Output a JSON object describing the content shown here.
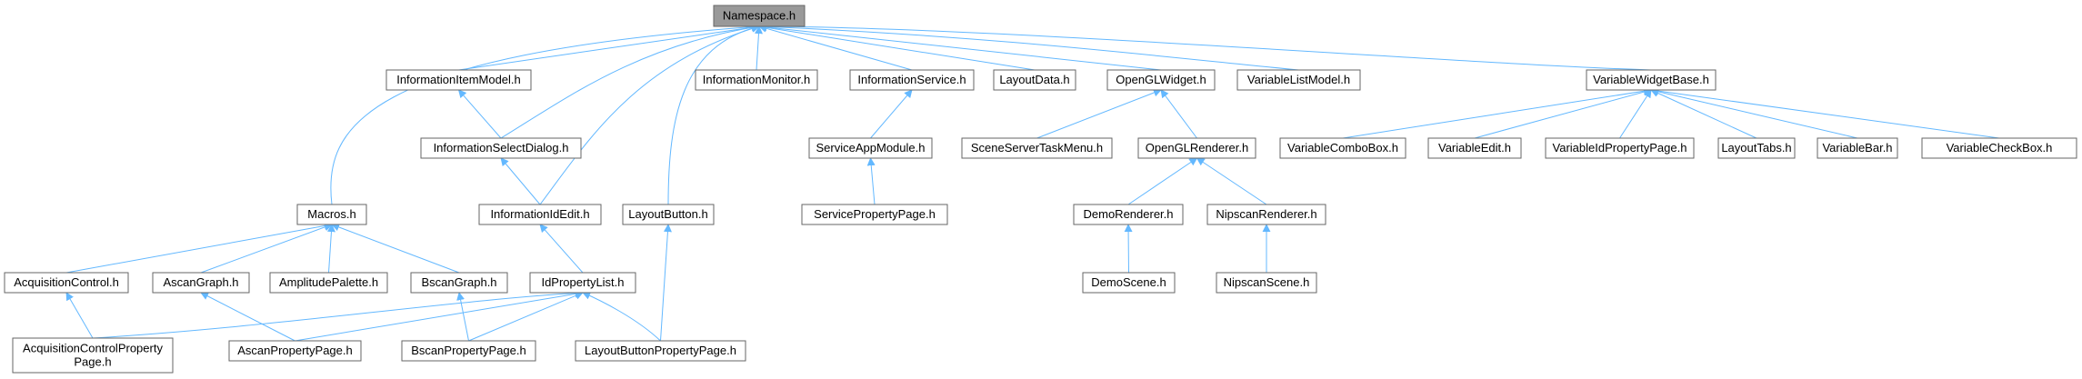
{
  "diagram": {
    "root": "Namespace.h",
    "colors": {
      "edge": "#63b8ff",
      "node_border": "#666666",
      "node_fill": "#ffffff",
      "root_fill": "#999999"
    },
    "nodes": [
      {
        "id": "namespace",
        "lines": [
          "Namespace.h"
        ],
        "root": true
      },
      {
        "id": "macros",
        "lines": [
          "Macros.h"
        ]
      },
      {
        "id": "info-item-model",
        "lines": [
          "InformationItemModel.h"
        ]
      },
      {
        "id": "info-select-dialog",
        "lines": [
          "InformationSelectDialog.h"
        ]
      },
      {
        "id": "info-id-edit",
        "lines": [
          "InformationIdEdit.h"
        ]
      },
      {
        "id": "info-monitor",
        "lines": [
          "InformationMonitor.h"
        ]
      },
      {
        "id": "info-service",
        "lines": [
          "InformationService.h"
        ]
      },
      {
        "id": "service-app-module",
        "lines": [
          "ServiceAppModule.h"
        ]
      },
      {
        "id": "service-property-page",
        "lines": [
          "ServicePropertyPage.h"
        ]
      },
      {
        "id": "layout-data",
        "lines": [
          "LayoutData.h"
        ]
      },
      {
        "id": "opengl-widget",
        "lines": [
          "OpenGLWidget.h"
        ]
      },
      {
        "id": "scene-server-task-menu",
        "lines": [
          "SceneServerTaskMenu.h"
        ]
      },
      {
        "id": "opengl-renderer",
        "lines": [
          "OpenGLRenderer.h"
        ]
      },
      {
        "id": "demo-renderer",
        "lines": [
          "DemoRenderer.h"
        ]
      },
      {
        "id": "demo-scene",
        "lines": [
          "DemoScene.h"
        ]
      },
      {
        "id": "nipscan-renderer",
        "lines": [
          "NipscanRenderer.h"
        ]
      },
      {
        "id": "nipscan-scene",
        "lines": [
          "NipscanScene.h"
        ]
      },
      {
        "id": "variable-list-model",
        "lines": [
          "VariableListModel.h"
        ]
      },
      {
        "id": "variable-widget-base",
        "lines": [
          "VariableWidgetBase.h"
        ]
      },
      {
        "id": "variable-combo-box",
        "lines": [
          "VariableComboBox.h"
        ]
      },
      {
        "id": "variable-edit",
        "lines": [
          "VariableEdit.h"
        ]
      },
      {
        "id": "variable-id-property-page",
        "lines": [
          "VariableIdPropertyPage.h"
        ]
      },
      {
        "id": "layout-tabs",
        "lines": [
          "LayoutTabs.h"
        ]
      },
      {
        "id": "variable-bar",
        "lines": [
          "VariableBar.h"
        ]
      },
      {
        "id": "variable-check-box",
        "lines": [
          "VariableCheckBox.h"
        ]
      },
      {
        "id": "layout-button",
        "lines": [
          "LayoutButton.h"
        ]
      },
      {
        "id": "layout-button-property-page",
        "lines": [
          "LayoutButtonPropertyPage.h"
        ]
      },
      {
        "id": "id-property-list",
        "lines": [
          "IdPropertyList.h"
        ]
      },
      {
        "id": "acquisition-control",
        "lines": [
          "AcquisitionControl.h"
        ]
      },
      {
        "id": "ascan-graph",
        "lines": [
          "AscanGraph.h"
        ]
      },
      {
        "id": "amplitude-palette",
        "lines": [
          "AmplitudePalette.h"
        ]
      },
      {
        "id": "bscan-graph",
        "lines": [
          "BscanGraph.h"
        ]
      },
      {
        "id": "acquisition-control-property-page",
        "lines": [
          "AcquisitionControlProperty",
          "Page.h"
        ]
      },
      {
        "id": "ascan-property-page",
        "lines": [
          "AscanPropertyPage.h"
        ]
      },
      {
        "id": "bscan-property-page",
        "lines": [
          "BscanPropertyPage.h"
        ]
      }
    ],
    "edges": [
      {
        "from": "macros",
        "to": "namespace"
      },
      {
        "from": "info-item-model",
        "to": "namespace"
      },
      {
        "from": "info-select-dialog",
        "to": "namespace"
      },
      {
        "from": "info-id-edit",
        "to": "namespace"
      },
      {
        "from": "layout-button",
        "to": "namespace"
      },
      {
        "from": "info-monitor",
        "to": "namespace"
      },
      {
        "from": "info-service",
        "to": "namespace"
      },
      {
        "from": "layout-data",
        "to": "namespace"
      },
      {
        "from": "opengl-widget",
        "to": "namespace"
      },
      {
        "from": "variable-list-model",
        "to": "namespace"
      },
      {
        "from": "variable-widget-base",
        "to": "namespace"
      },
      {
        "from": "info-select-dialog",
        "to": "info-item-model"
      },
      {
        "from": "info-id-edit",
        "to": "info-select-dialog"
      },
      {
        "from": "id-property-list",
        "to": "info-id-edit"
      },
      {
        "from": "service-app-module",
        "to": "info-service"
      },
      {
        "from": "service-property-page",
        "to": "service-app-module"
      },
      {
        "from": "scene-server-task-menu",
        "to": "opengl-widget"
      },
      {
        "from": "opengl-renderer",
        "to": "opengl-widget"
      },
      {
        "from": "demo-renderer",
        "to": "opengl-renderer"
      },
      {
        "from": "nipscan-renderer",
        "to": "opengl-renderer"
      },
      {
        "from": "demo-scene",
        "to": "demo-renderer"
      },
      {
        "from": "nipscan-scene",
        "to": "nipscan-renderer"
      },
      {
        "from": "variable-combo-box",
        "to": "variable-widget-base"
      },
      {
        "from": "variable-edit",
        "to": "variable-widget-base"
      },
      {
        "from": "variable-id-property-page",
        "to": "variable-widget-base"
      },
      {
        "from": "layout-tabs",
        "to": "variable-widget-base"
      },
      {
        "from": "variable-bar",
        "to": "variable-widget-base"
      },
      {
        "from": "variable-check-box",
        "to": "variable-widget-base"
      },
      {
        "from": "acquisition-control",
        "to": "macros"
      },
      {
        "from": "ascan-graph",
        "to": "macros"
      },
      {
        "from": "amplitude-palette",
        "to": "macros"
      },
      {
        "from": "bscan-graph",
        "to": "macros"
      },
      {
        "from": "acquisition-control-property-page",
        "to": "acquisition-control"
      },
      {
        "from": "ascan-property-page",
        "to": "ascan-graph"
      },
      {
        "from": "bscan-property-page",
        "to": "bscan-graph"
      },
      {
        "from": "layout-button-property-page",
        "to": "layout-button"
      },
      {
        "from": "acquisition-control-property-page",
        "to": "id-property-list"
      },
      {
        "from": "ascan-property-page",
        "to": "id-property-list"
      },
      {
        "from": "bscan-property-page",
        "to": "id-property-list"
      },
      {
        "from": "layout-button-property-page",
        "to": "id-property-list"
      }
    ]
  }
}
